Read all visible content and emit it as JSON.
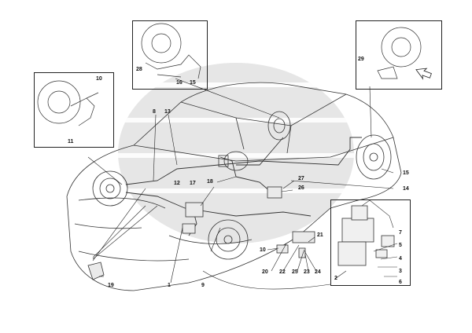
{
  "diagram": {
    "description_free": true,
    "callouts": {
      "c1": "1",
      "c2": "2",
      "c3": "3",
      "c4": "4",
      "c5": "5",
      "c6": "6",
      "c7": "7",
      "c8": "8",
      "c9": "9",
      "c10a": "10",
      "c10b": "10",
      "c11": "11",
      "c12": "12",
      "c13": "13",
      "c14": "14",
      "c15a": "15",
      "c15b": "15",
      "c16": "16",
      "c17": "17",
      "c18": "18",
      "c19": "19",
      "c20": "20",
      "c21": "21",
      "c22": "22",
      "c23": "23",
      "c24": "24",
      "c25": "25",
      "c26": "26",
      "c27": "27",
      "c28": "28",
      "c29": "29"
    },
    "colors": {
      "ink": "#222222",
      "watermark": "#e4e4e4"
    }
  }
}
